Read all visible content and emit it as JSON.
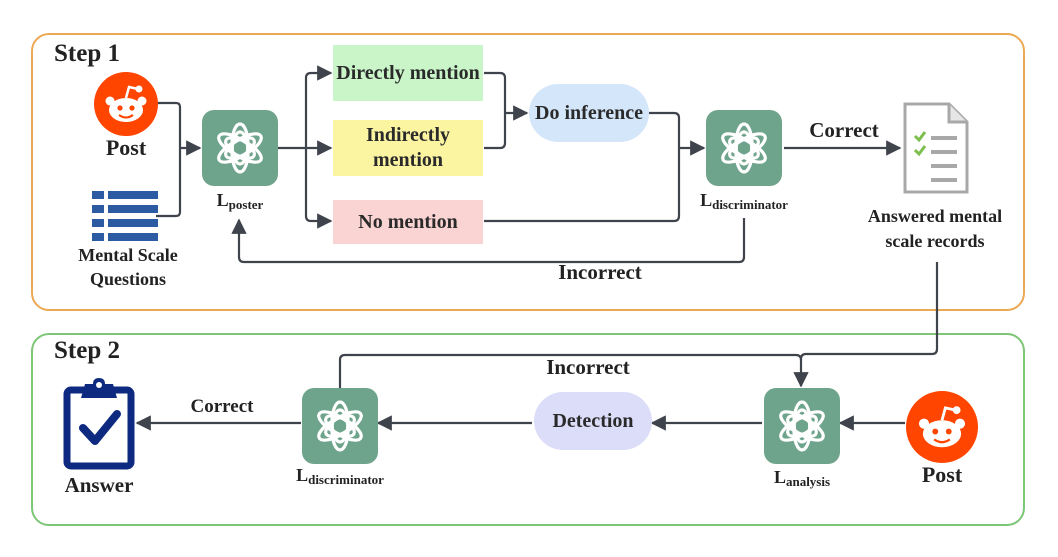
{
  "step1": {
    "title": "Step 1",
    "post_label": "Post",
    "questions_label": "Mental Scale Questions",
    "poster_model": {
      "base": "L",
      "sub": "poster"
    },
    "directly": "Directly mention",
    "indirectly": "Indirectly mention",
    "no_mention": "No mention",
    "do_inference": "Do inference",
    "discriminator": {
      "base": "L",
      "sub": "discriminator"
    },
    "correct": "Correct",
    "incorrect": "Incorrect",
    "records_label": "Answered mental scale records"
  },
  "step2": {
    "title": "Step 2",
    "incorrect": "Incorrect",
    "correct": "Correct",
    "detection": "Detection",
    "answer_label": "Answer",
    "discriminator": {
      "base": "L",
      "sub": "discriminator"
    },
    "analysis": {
      "base": "L",
      "sub": "analysis"
    },
    "post_label": "Post"
  },
  "colors": {
    "step1_border": "#ECA953",
    "step2_border": "#7CC676",
    "gpt_tile": "#6FA48C",
    "reddit": "#FF4500",
    "directly_fill": "#C9F5C8",
    "indirectly_fill": "#FBF5A2",
    "no_mention_fill": "#FAD3D3",
    "inference_fill": "#D4E6FA",
    "detection_fill": "#DCDDF8",
    "arrow": "#3F444C",
    "doc_check": "#7CBF4C",
    "clipboard": "#0E2A80"
  },
  "icons": [
    "reddit-icon",
    "list-icon",
    "openai-icon",
    "document-icon",
    "clipboard-check-icon"
  ]
}
